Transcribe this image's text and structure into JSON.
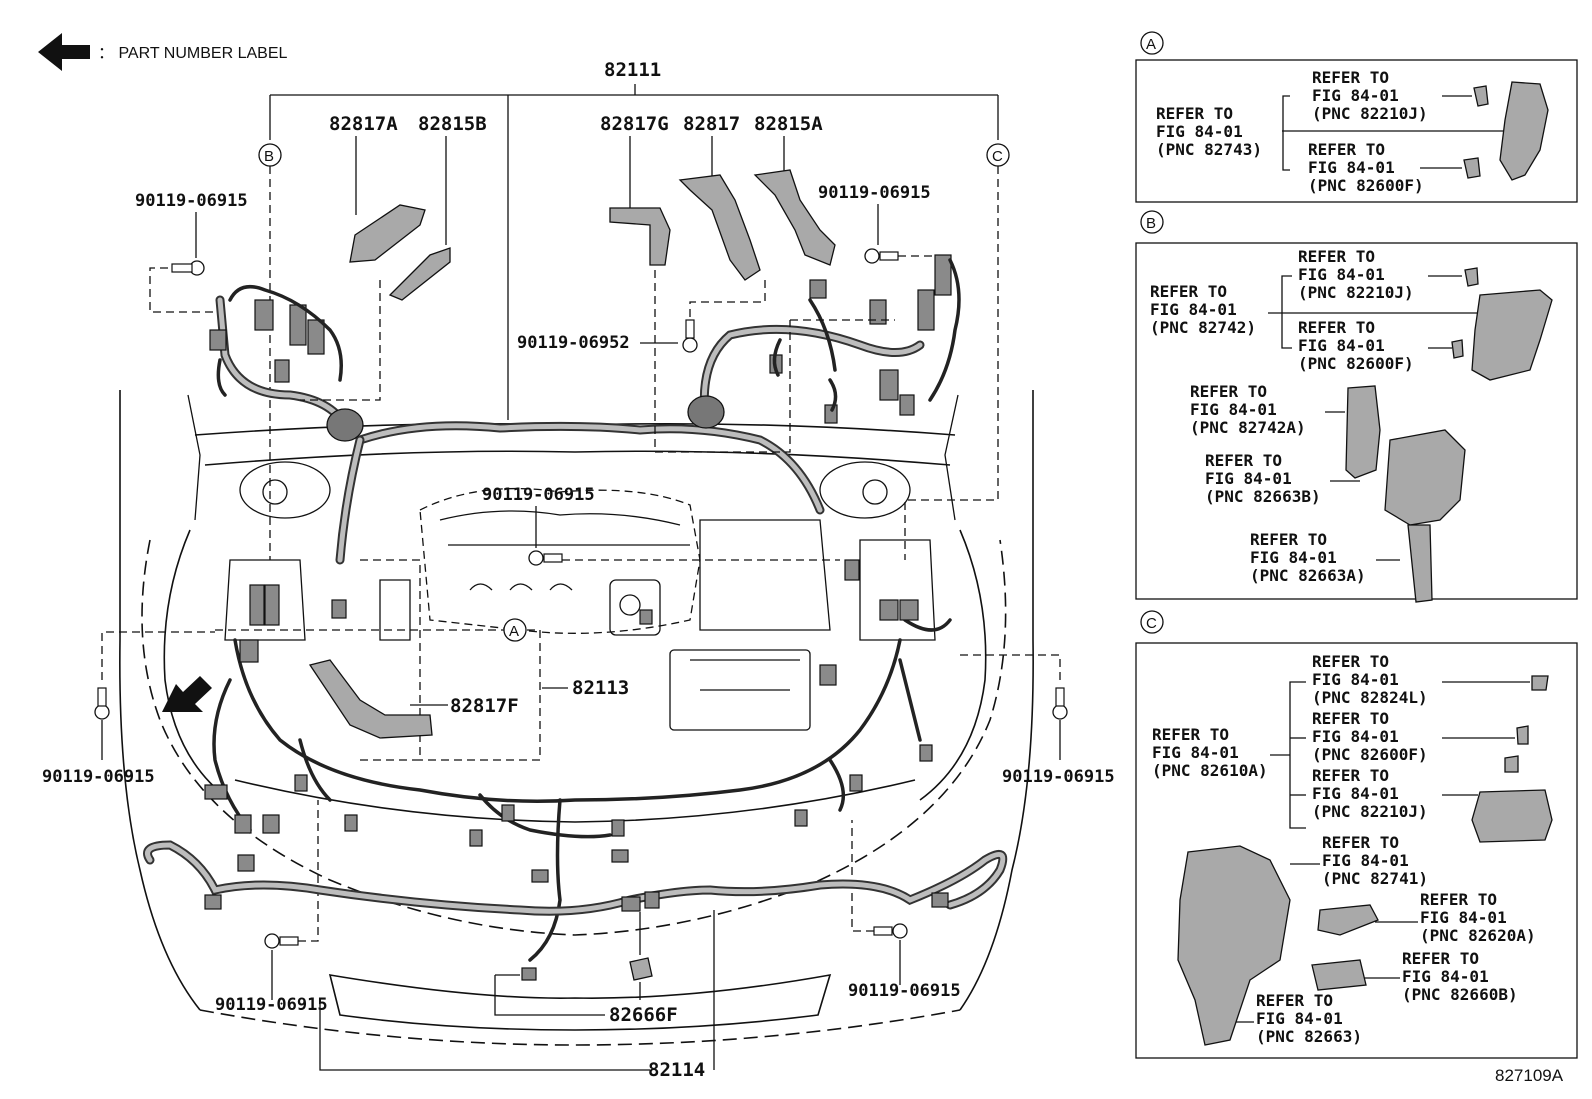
{
  "legend": {
    "text": "：  PART NUMBER LABEL",
    "icon": "arrow-left-icon"
  },
  "main_labels": {
    "p82111": "82111",
    "p82817A": "82817A",
    "p82815B": "82815B",
    "p82817G": "82817G",
    "p82817": "82817",
    "p82815A": "82815A",
    "p82113": "82113",
    "p82817F": "82817F",
    "p82666F": "82666F",
    "p82114": "82114"
  },
  "bolt_labels": {
    "b1": "90119-06915",
    "b2": "90119-06915",
    "b3": "90119-06952",
    "b4": "90119-06915",
    "b5": "90119-06915",
    "b6": "90119-06915",
    "b7": "90119-06915",
    "b8": "90119-06915"
  },
  "markers": {
    "a": "A",
    "b": "B",
    "c": "C"
  },
  "inset_a": {
    "marker": "A",
    "main": [
      "REFER TO",
      "FIG 84-01",
      "(PNC 82743)"
    ],
    "refs": [
      [
        "REFER TO",
        "FIG 84-01",
        "(PNC 82210J)"
      ],
      [
        "REFER TO",
        "FIG 84-01",
        "(PNC 82600F)"
      ]
    ]
  },
  "inset_b": {
    "marker": "B",
    "main": [
      "REFER TO",
      "FIG 84-01",
      "(PNC 82742)"
    ],
    "refs": [
      [
        "REFER TO",
        "FIG 84-01",
        "(PNC 82210J)"
      ],
      [
        "REFER TO",
        "FIG 84-01",
        "(PNC 82600F)"
      ],
      [
        "REFER TO",
        "FIG 84-01",
        "(PNC 82742A)"
      ],
      [
        "REFER TO",
        "FIG 84-01",
        "(PNC 82663B)"
      ],
      [
        "REFER TO",
        "FIG 84-01",
        "(PNC 82663A)"
      ]
    ]
  },
  "inset_c": {
    "marker": "C",
    "main": [
      "REFER TO",
      "FIG 84-01",
      "(PNC 82610A)"
    ],
    "refs": [
      [
        "REFER TO",
        "FIG 84-01",
        "(PNC 82824L)"
      ],
      [
        "REFER TO",
        "FIG 84-01",
        "(PNC 82600F)"
      ],
      [
        "REFER TO",
        "FIG 84-01",
        "(PNC 82210J)"
      ],
      [
        "REFER TO",
        "FIG 84-01",
        "(PNC 82741)"
      ],
      [
        "REFER TO",
        "FIG 84-01",
        "(PNC 82620A)"
      ],
      [
        "REFER TO",
        "FIG 84-01",
        "(PNC 82660B)"
      ],
      [
        "REFER TO",
        "FIG 84-01",
        "(PNC 82663)"
      ]
    ]
  },
  "figure_id": "827109A"
}
